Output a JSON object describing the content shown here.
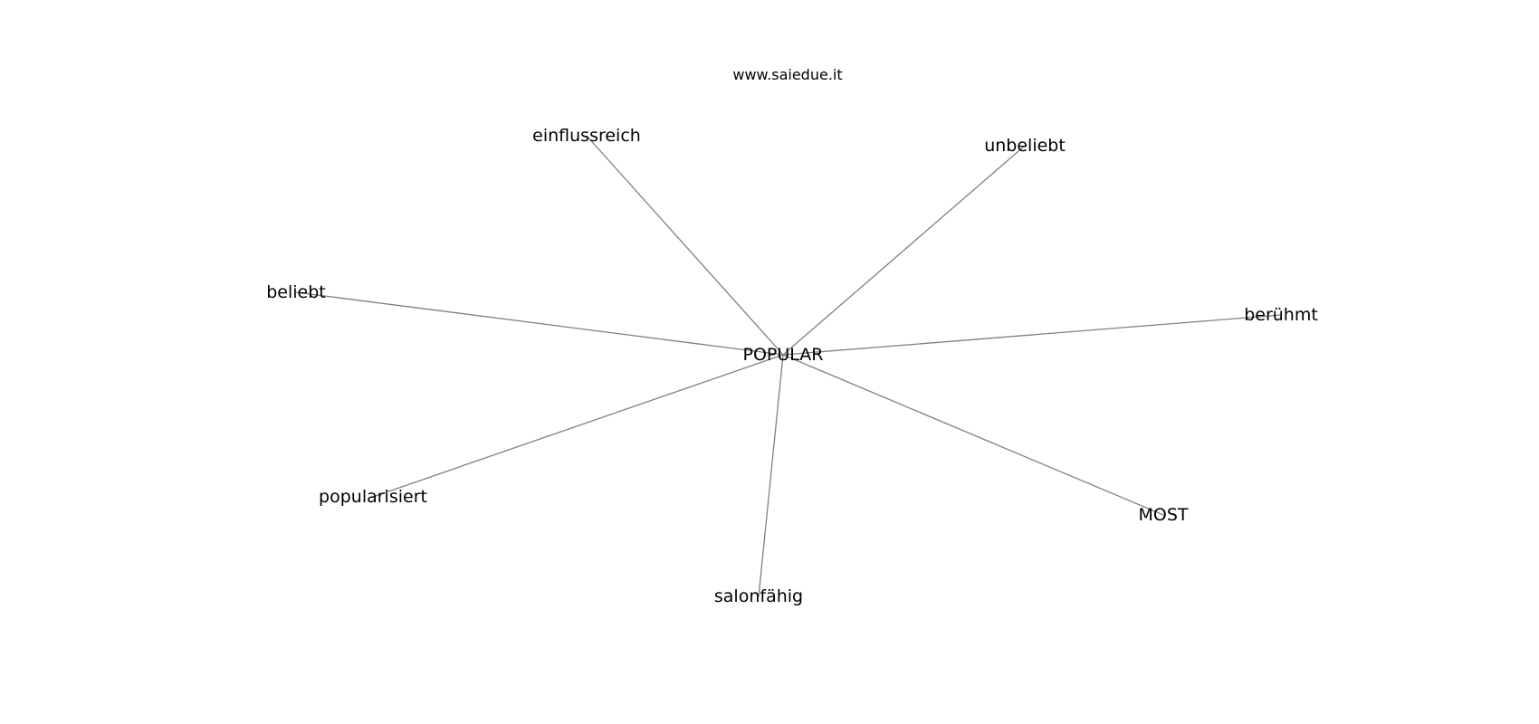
{
  "site": "www.saiedue.it",
  "graph": {
    "center": "POPULAR",
    "related": [
      "einflussreich",
      "unbeliebt",
      "beliebt",
      "berühmt",
      "popularisiert",
      "MOST",
      "salonfähig"
    ]
  },
  "colors": {
    "edge": "#808080",
    "text": "#000000",
    "background": "#ffffff"
  }
}
